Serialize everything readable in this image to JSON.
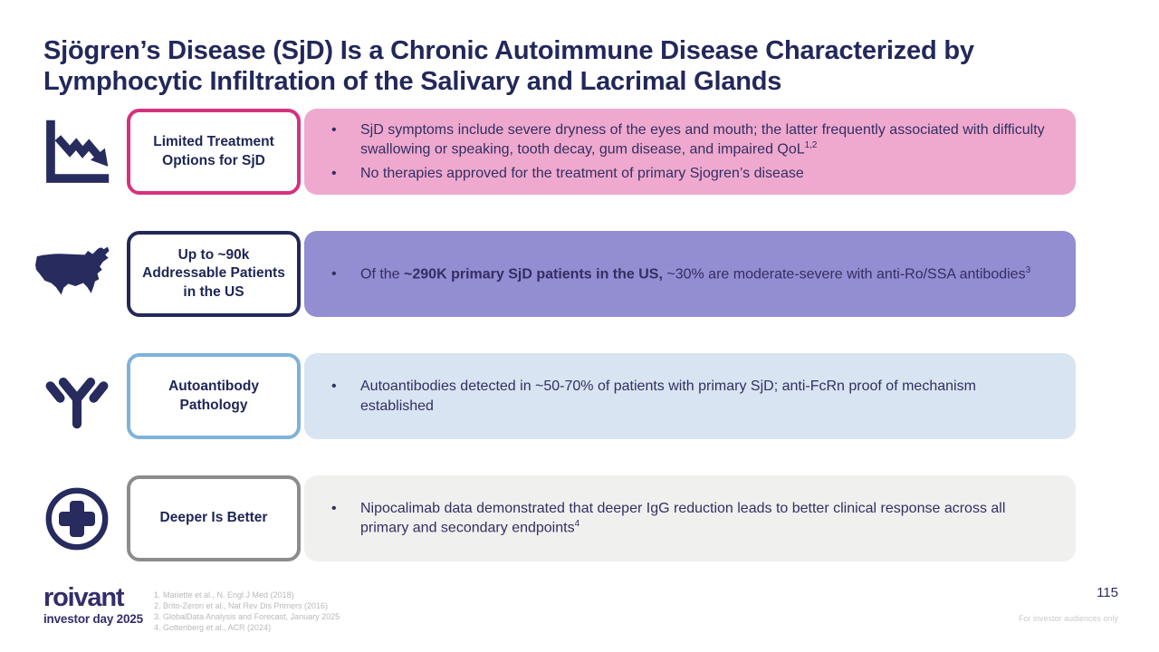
{
  "slide": {
    "title": "Sjögren’s Disease (SjD) Is a Chronic Autoimmune Disease Characterized by Lymphocytic Infiltration of the Salivary and Lacrimal Glands",
    "page_number": "115",
    "audience_note": "For investor audiences only"
  },
  "logo": {
    "brand": "roivant",
    "event": "investor day 2025"
  },
  "colors": {
    "navy": "#23285a",
    "body_text": "#322f62",
    "row_accents": [
      "#d6317f",
      "#23285a",
      "#7fb2d9",
      "#8c8c8c"
    ],
    "row_bars": [
      "#efa9ce",
      "#938dd2",
      "#d8e4f1",
      "#f0f0ee"
    ]
  },
  "rows": [
    {
      "icon": "declining-chart-icon",
      "label": "Limited Treatment Options for SjD",
      "accent_color": "#d6317f",
      "bar_color": "#efa9ce",
      "bullets": [
        [
          {
            "text": "SjD symptoms include severe dryness of the eyes and mouth; the latter frequently associated with difficulty swallowing or speaking, tooth decay, gum disease, and impaired QoL"
          },
          {
            "text": "1,2",
            "sup": true
          }
        ],
        [
          {
            "text": "No therapies approved for the treatment of primary Sjogren’s disease"
          }
        ]
      ]
    },
    {
      "icon": "us-map-icon",
      "label": "Up to ~90k Addressable Patients in the US",
      "accent_color": "#23285a",
      "bar_color": "#938dd2",
      "bullets": [
        [
          {
            "text": "Of the "
          },
          {
            "text": "~290K primary SjD patients in the US,",
            "bold": true
          },
          {
            "text": " ~30% are moderate-severe with anti-Ro/SSA antibodies"
          },
          {
            "text": "3",
            "sup": true
          }
        ]
      ]
    },
    {
      "icon": "antibody-icon",
      "label": "Autoantibody Pathology",
      "accent_color": "#7fb2d9",
      "bar_color": "#d8e4f1",
      "bullets": [
        [
          {
            "text": "Autoantibodies detected in ~50-70% of patients with primary SjD; anti-FcRn proof of mechanism established"
          }
        ]
      ]
    },
    {
      "icon": "medical-cross-icon",
      "label": "Deeper Is Better",
      "accent_color": "#8c8c8c",
      "bar_color": "#f0f0ee",
      "bullets": [
        [
          {
            "text": "Nipocalimab data demonstrated that deeper IgG reduction leads to better clinical response across all primary and secondary endpoints"
          },
          {
            "text": "4",
            "sup": true
          }
        ]
      ]
    }
  ],
  "footnotes": [
    "1. Mariette et al., N. Engl J Med (2018)",
    "2. Brito-Zeron et al., Nat Rev Dis Primers (2016)",
    "3. GlobalData Analysis and Forecast, January 2025",
    "4. Gottenberg et al., ACR (2024)"
  ]
}
